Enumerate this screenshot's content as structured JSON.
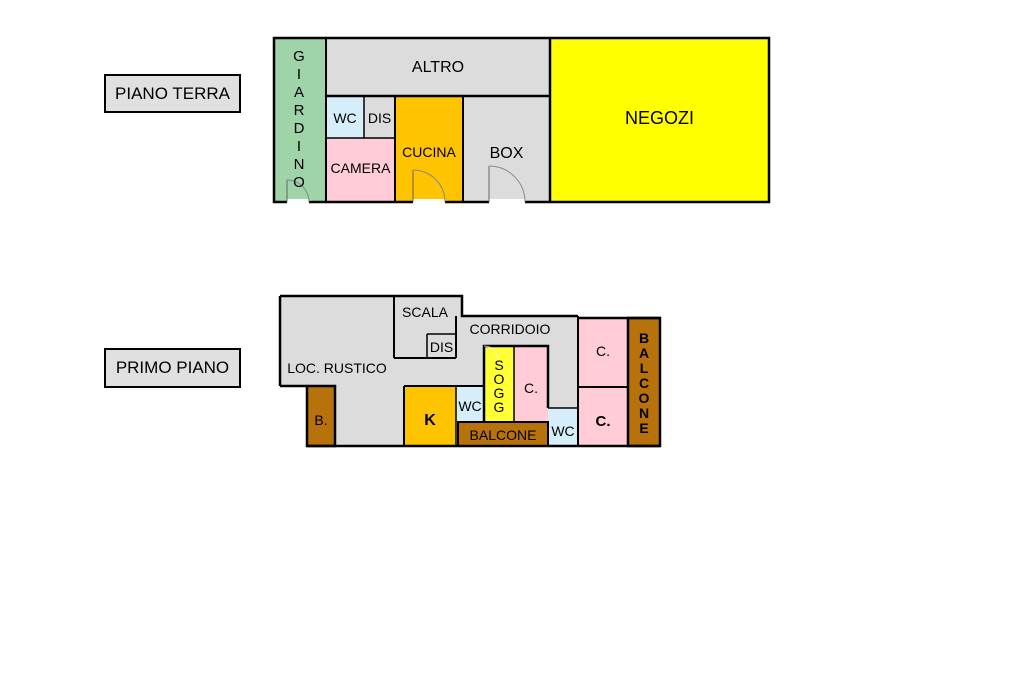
{
  "labels": {
    "ground_floor": "PIANO TERRA",
    "first_floor": "PRIMO PIANO"
  },
  "ground": {
    "giardino": "GIARDINO",
    "altro": "ALTRO",
    "negozi": "NEGOZI",
    "wc": "WC",
    "dis": "DIS",
    "camera": "CAMERA",
    "cucina": "CUCINA",
    "box": "BOX"
  },
  "first": {
    "scala": "SCALA",
    "corridoio": "CORRIDOIO",
    "dis": "DIS",
    "loc_rustico": "LOC. RUSTICO",
    "b": "B.",
    "k": "K",
    "wc1": "WC",
    "sogg": "SOGG",
    "c1": "C.",
    "c2": "C.",
    "c3": "C.",
    "balcone_h": "BALCONE",
    "wc2": "WC",
    "balcone_v": "BALCONE"
  },
  "colors": {
    "grey": "#dcdcdc",
    "green": "#9fd3a8",
    "yellow": "#ffff00",
    "orange": "#ffc400",
    "pink": "#ffccd8",
    "light_blue": "#d6eefa",
    "brown": "#b8720c",
    "bright_yellow": "#ffff33",
    "wall": "#000000"
  }
}
